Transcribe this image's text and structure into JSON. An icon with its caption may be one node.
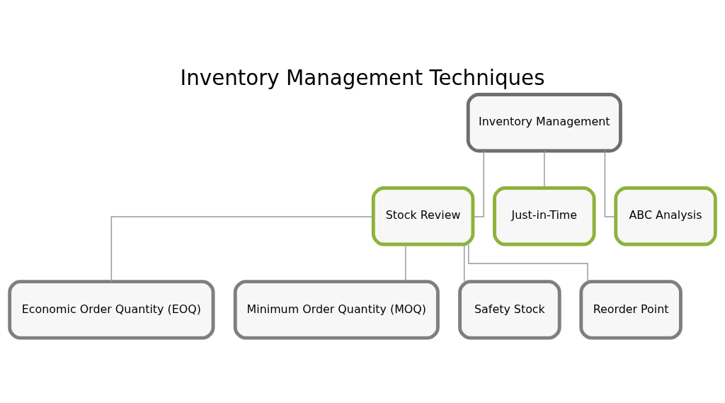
{
  "diagram": {
    "title": "Inventory Management Techniques",
    "nodes": [
      {
        "text": [
          "Inventory Management"
        ]
      },
      {
        "text": [
          "Stock Review"
        ]
      },
      {
        "text": [
          "Just-in-Time"
        ]
      },
      {
        "text": [
          "ABC Analysis"
        ]
      },
      {
        "text": [
          "Economic Order Quantity (EOQ)"
        ]
      },
      {
        "text": [
          "Minimum Order Quantity (MOQ)"
        ]
      },
      {
        "text": [
          "Safety Stock"
        ]
      },
      {
        "text": [
          "Reorder Point"
        ]
      }
    ],
    "edges": [
      {
        "from": 0,
        "to": 1,
        "arrow": "none"
      },
      {
        "from": 0,
        "to": 2,
        "arrow": "none"
      },
      {
        "from": 0,
        "to": 3,
        "arrow": "none"
      },
      {
        "from": 1,
        "to": 4,
        "arrow": "none"
      },
      {
        "from": 1,
        "to": 5,
        "arrow": "none"
      },
      {
        "from": 1,
        "to": 6,
        "arrow": "none"
      },
      {
        "from": 1,
        "to": 7,
        "arrow": "none"
      }
    ]
  }
}
